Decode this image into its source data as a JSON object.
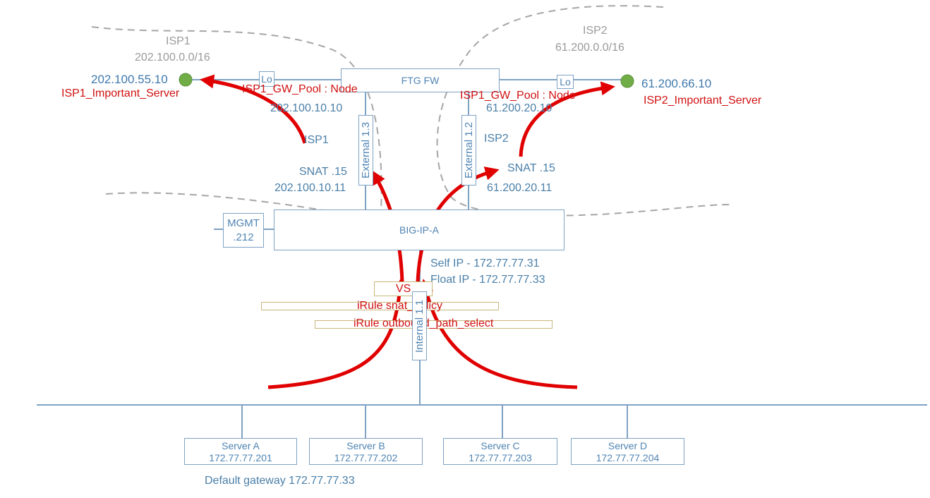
{
  "isp1": {
    "zone_label": "ISP1",
    "subnet": "202.100.0.0/16",
    "server_ip": "202.100.55.10",
    "server_name": "ISP1_Important_Server",
    "lo_label": "Lo",
    "gw_pool_label": "ISP1_GW_Pool : Node",
    "gw_ip": "202.100.10.10",
    "link_label": "ISP1",
    "snat_label": "SNAT  .15",
    "snat_ip": "202.100.10.11",
    "interface_label": "External 1.3"
  },
  "isp2": {
    "zone_label": "ISP2",
    "subnet": "61.200.0.0/16",
    "server_ip": "61.200.66.10",
    "server_name": "ISP2_Important_Server",
    "lo_label": "Lo",
    "gw_pool_label": "ISP1_GW_Pool : Node",
    "gw_ip": "61.200.20.10",
    "link_label": "ISP2",
    "snat_label": "SNAT  .15",
    "snat_ip": "61.200.20.11",
    "interface_label": "External 1.2"
  },
  "firewall": {
    "label": "FTG FW"
  },
  "bigip": {
    "label": "BIG-IP-A",
    "mgmt_label": "MGMT",
    "mgmt_ip": ".212",
    "self_ip": "Self IP - 172.77.77.31",
    "float_ip": "Float IP - 172.77.77.33",
    "vs_label": "VS",
    "irule_snat": "iRule snat_policy",
    "irule_outbound": "iRule outbound_path_select",
    "internal_label": "Internal 1.1"
  },
  "servers": [
    {
      "name": "Server A",
      "ip": "172.77.77.201"
    },
    {
      "name": "Server B",
      "ip": "172.77.77.202"
    },
    {
      "name": "Server C",
      "ip": "172.77.77.203"
    },
    {
      "name": "Server D",
      "ip": "172.77.77.204"
    }
  ],
  "default_gateway": "Default gateway 172.77.77.33",
  "colors": {
    "line_blue": "#7fa2c3",
    "text_blue": "#4a7fa8",
    "arrow_red": "#e00000",
    "node_green": "#70ad47",
    "dash_grey": "#a6a6a6"
  }
}
